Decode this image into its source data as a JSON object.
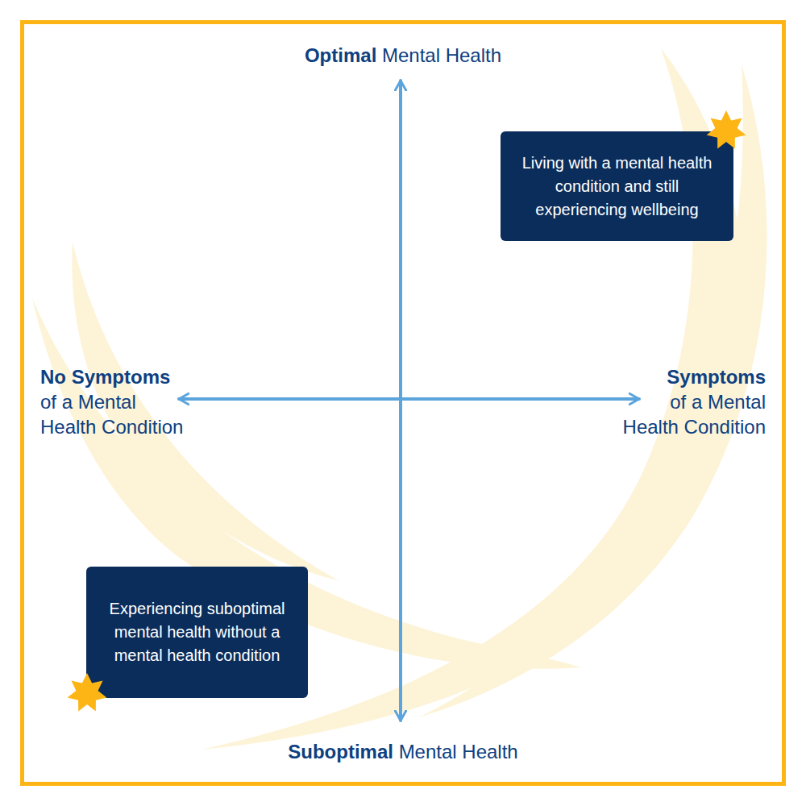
{
  "diagram": {
    "nodes": [
      {
        "text": [
          "Living with a mental health condition and still experiencing wellbeing"
        ]
      },
      {
        "text": [
          "Experiencing suboptimal mental health without a mental health condition"
        ]
      }
    ],
    "labels": [
      "Optimal",
      "Mental Health",
      "No Symptoms",
      "of a Mental Health Condition",
      "Symptoms",
      "of a Mental Health Condition",
      "Suboptimal",
      "Mental Health"
    ]
  }
}
